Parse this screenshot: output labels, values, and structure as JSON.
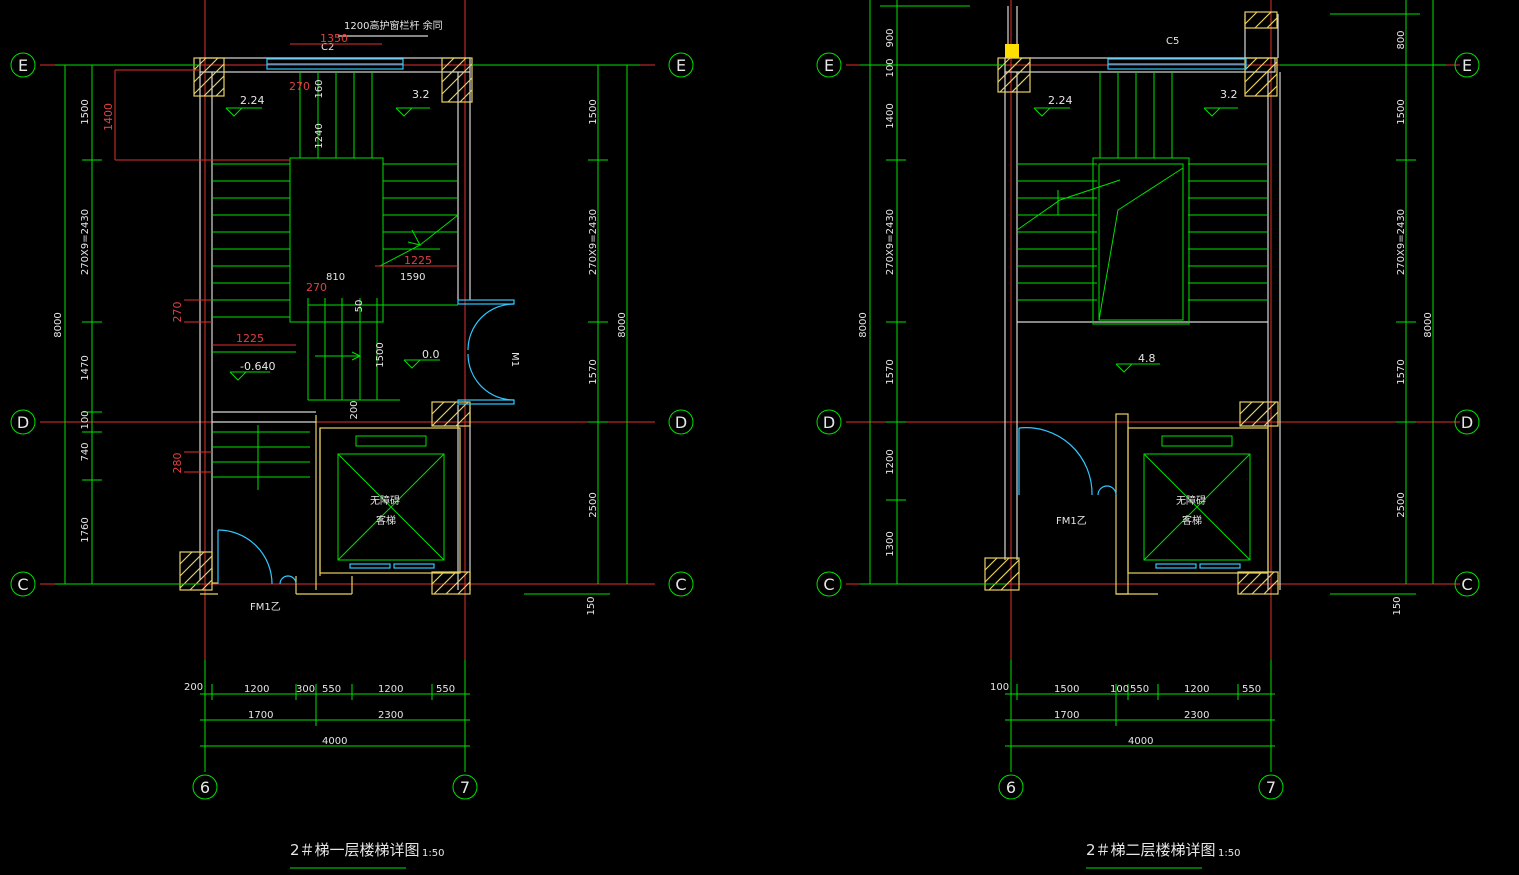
{
  "colors": {
    "background": "#000000",
    "dimension": "#00e000",
    "wall": "#d8d8d8",
    "axis_line": "#e03030",
    "door": "#30c8ff",
    "column": "#e8d060"
  },
  "left": {
    "title": "2＃梯一层楼梯详图",
    "scale": "1:50",
    "axes": {
      "e": "E",
      "d": "D",
      "c": "C",
      "a6": "6",
      "a7": "7"
    },
    "dims_left": {
      "d1500": "1500",
      "d2430": "270X9=2430",
      "d8000": "8000",
      "d1470": "1470",
      "d100": "100",
      "d740": "740",
      "d1760": "1760"
    },
    "dims_right": {
      "d1500": "1500",
      "d2430": "270X9=2430",
      "d8000": "8000",
      "d1570": "1570",
      "d2500": "2500",
      "d150": "150"
    },
    "dims_bottom": {
      "d200": "200",
      "d1200a": "1200",
      "d300": "300",
      "d550a": "550",
      "d1200b": "1200",
      "d550b": "550",
      "d1700": "1700",
      "d2300": "2300",
      "d4000": "4000"
    },
    "red": {
      "d1350": "1350",
      "d1400": "1400",
      "d270a": "270",
      "d1225a": "1225",
      "d270b": "270",
      "d1225b": "1225",
      "d270c": "270",
      "d280": "280"
    },
    "notes": {
      "rail": "1200高护窗栏杆 余同",
      "c2": "C2",
      "d160": "160",
      "d1240": "1240",
      "d810": "810",
      "d1590": "1590",
      "d50": "50",
      "d1500": "1500",
      "d200": "200",
      "fm": "FM1乙",
      "m": "M1",
      "lift1": "无障碍",
      "lift2": "客梯"
    },
    "levels": {
      "l224": "2.24",
      "l32": "3.2",
      "l0640": "-0.640",
      "l00": "0.0"
    }
  },
  "right": {
    "title": "2＃梯二层楼梯详图",
    "scale": "1:50",
    "axes": {
      "e": "E",
      "d": "D",
      "c": "C",
      "a6": "6",
      "a7": "7"
    },
    "dims_left": {
      "d900": "900",
      "d100": "100",
      "d1400": "1400",
      "d2430": "270X9=2430",
      "d8000": "8000",
      "d1570": "1570",
      "d1200": "1200",
      "d1300": "1300"
    },
    "dims_right": {
      "d800": "800",
      "d1500": "1500",
      "d2430": "270X9=2430",
      "d8000": "8000",
      "d1570": "1570",
      "d2500": "2500",
      "d150": "150"
    },
    "dims_bottom": {
      "d100": "100",
      "d1500": "1500",
      "d100b": "100",
      "d550a": "550",
      "d1200": "1200",
      "d550b": "550",
      "d1700": "1700",
      "d2300": "2300",
      "d4000": "4000"
    },
    "notes": {
      "c5": "C5",
      "fm": "FM1乙",
      "lift1": "无障碍",
      "lift2": "客梯"
    },
    "levels": {
      "l224": "2.24",
      "l32": "3.2",
      "l48": "4.8"
    }
  }
}
